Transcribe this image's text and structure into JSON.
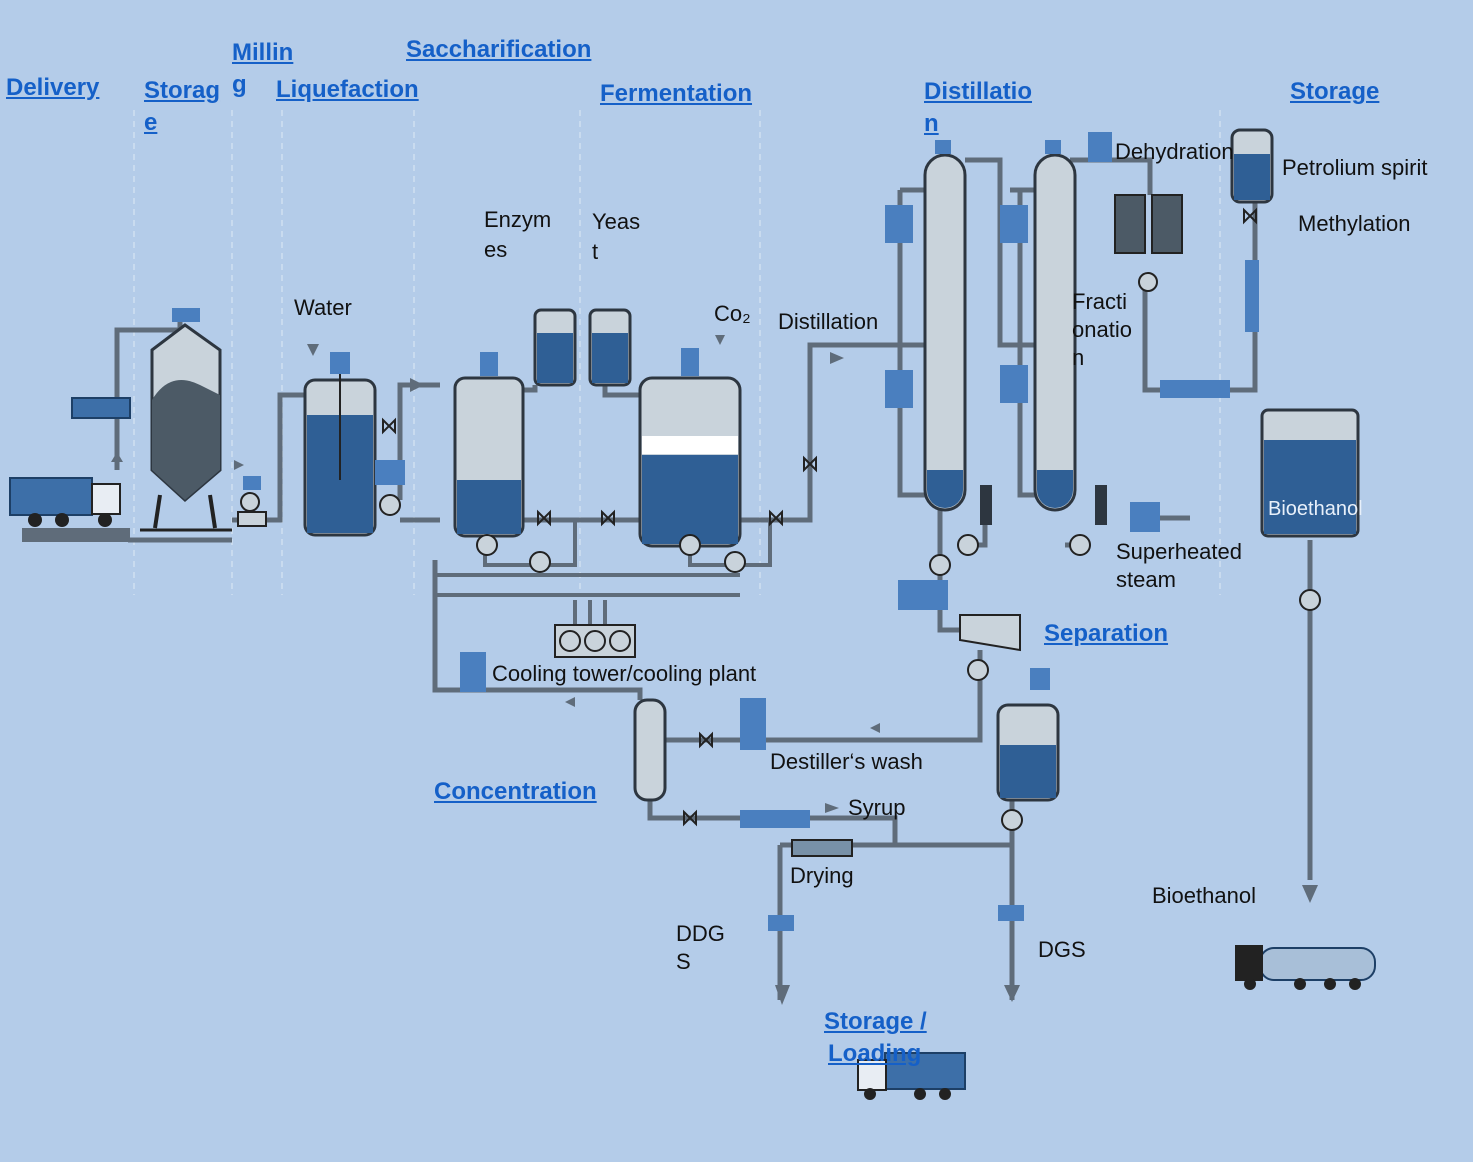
{
  "stages": {
    "delivery": "Delivery",
    "storage_1a": "Storag",
    "storage_1b": "e",
    "milling_a": "Millin",
    "milling_b": "g",
    "liquefaction": "Liquefaction",
    "saccharification": "Saccharification",
    "fermentation": "Fermentation",
    "distillation_a": "Distillatio",
    "distillation_b": "n",
    "storage_2": "Storage",
    "separation": "Separation",
    "concentration": "Concentration",
    "storage_loading_a": "Storage /",
    "storage_loading_b": "Loading"
  },
  "labels": {
    "water": "Water",
    "enzymes_a": "Enzym",
    "enzymes_b": "es",
    "yeast_a": "Yeas",
    "yeast_b": "t",
    "co2": "Co₂",
    "distillation": "Distillation",
    "dehydration": "Dehydration",
    "petroleum_spirit": "Petrolium spirit",
    "methylation": "Methylation",
    "fractionation_a": "Fracti",
    "fractionation_b": "onatio",
    "fractionation_c": "n",
    "bioethanol_tank": "Bioethanol",
    "superheated_a": "Superheated",
    "superheated_b": "steam",
    "cooling_tower": "Cooling tower/cooling plant",
    "distillers_wash": "Destiller‘s wash",
    "syrup": "Syrup",
    "drying": "Drying",
    "ddgs_a": "DDG",
    "ddgs_b": "S",
    "dgs": "DGS",
    "bioethanol": "Bioethanol"
  },
  "colors": {
    "background": "#b4cce9",
    "stage_link": "#1560c8",
    "pipe": "#5f6c7a",
    "tank_liquid": "#2f5f95",
    "tank_gas": "#c9d3db",
    "instrument": "#4a7fbf"
  },
  "icons": [
    "truck-icon",
    "silo-icon",
    "mill-icon",
    "tank-icon",
    "column-icon",
    "pump-icon",
    "valve-icon",
    "heat-exchanger-icon",
    "cooling-fan-icon",
    "tanker-truck-icon"
  ]
}
